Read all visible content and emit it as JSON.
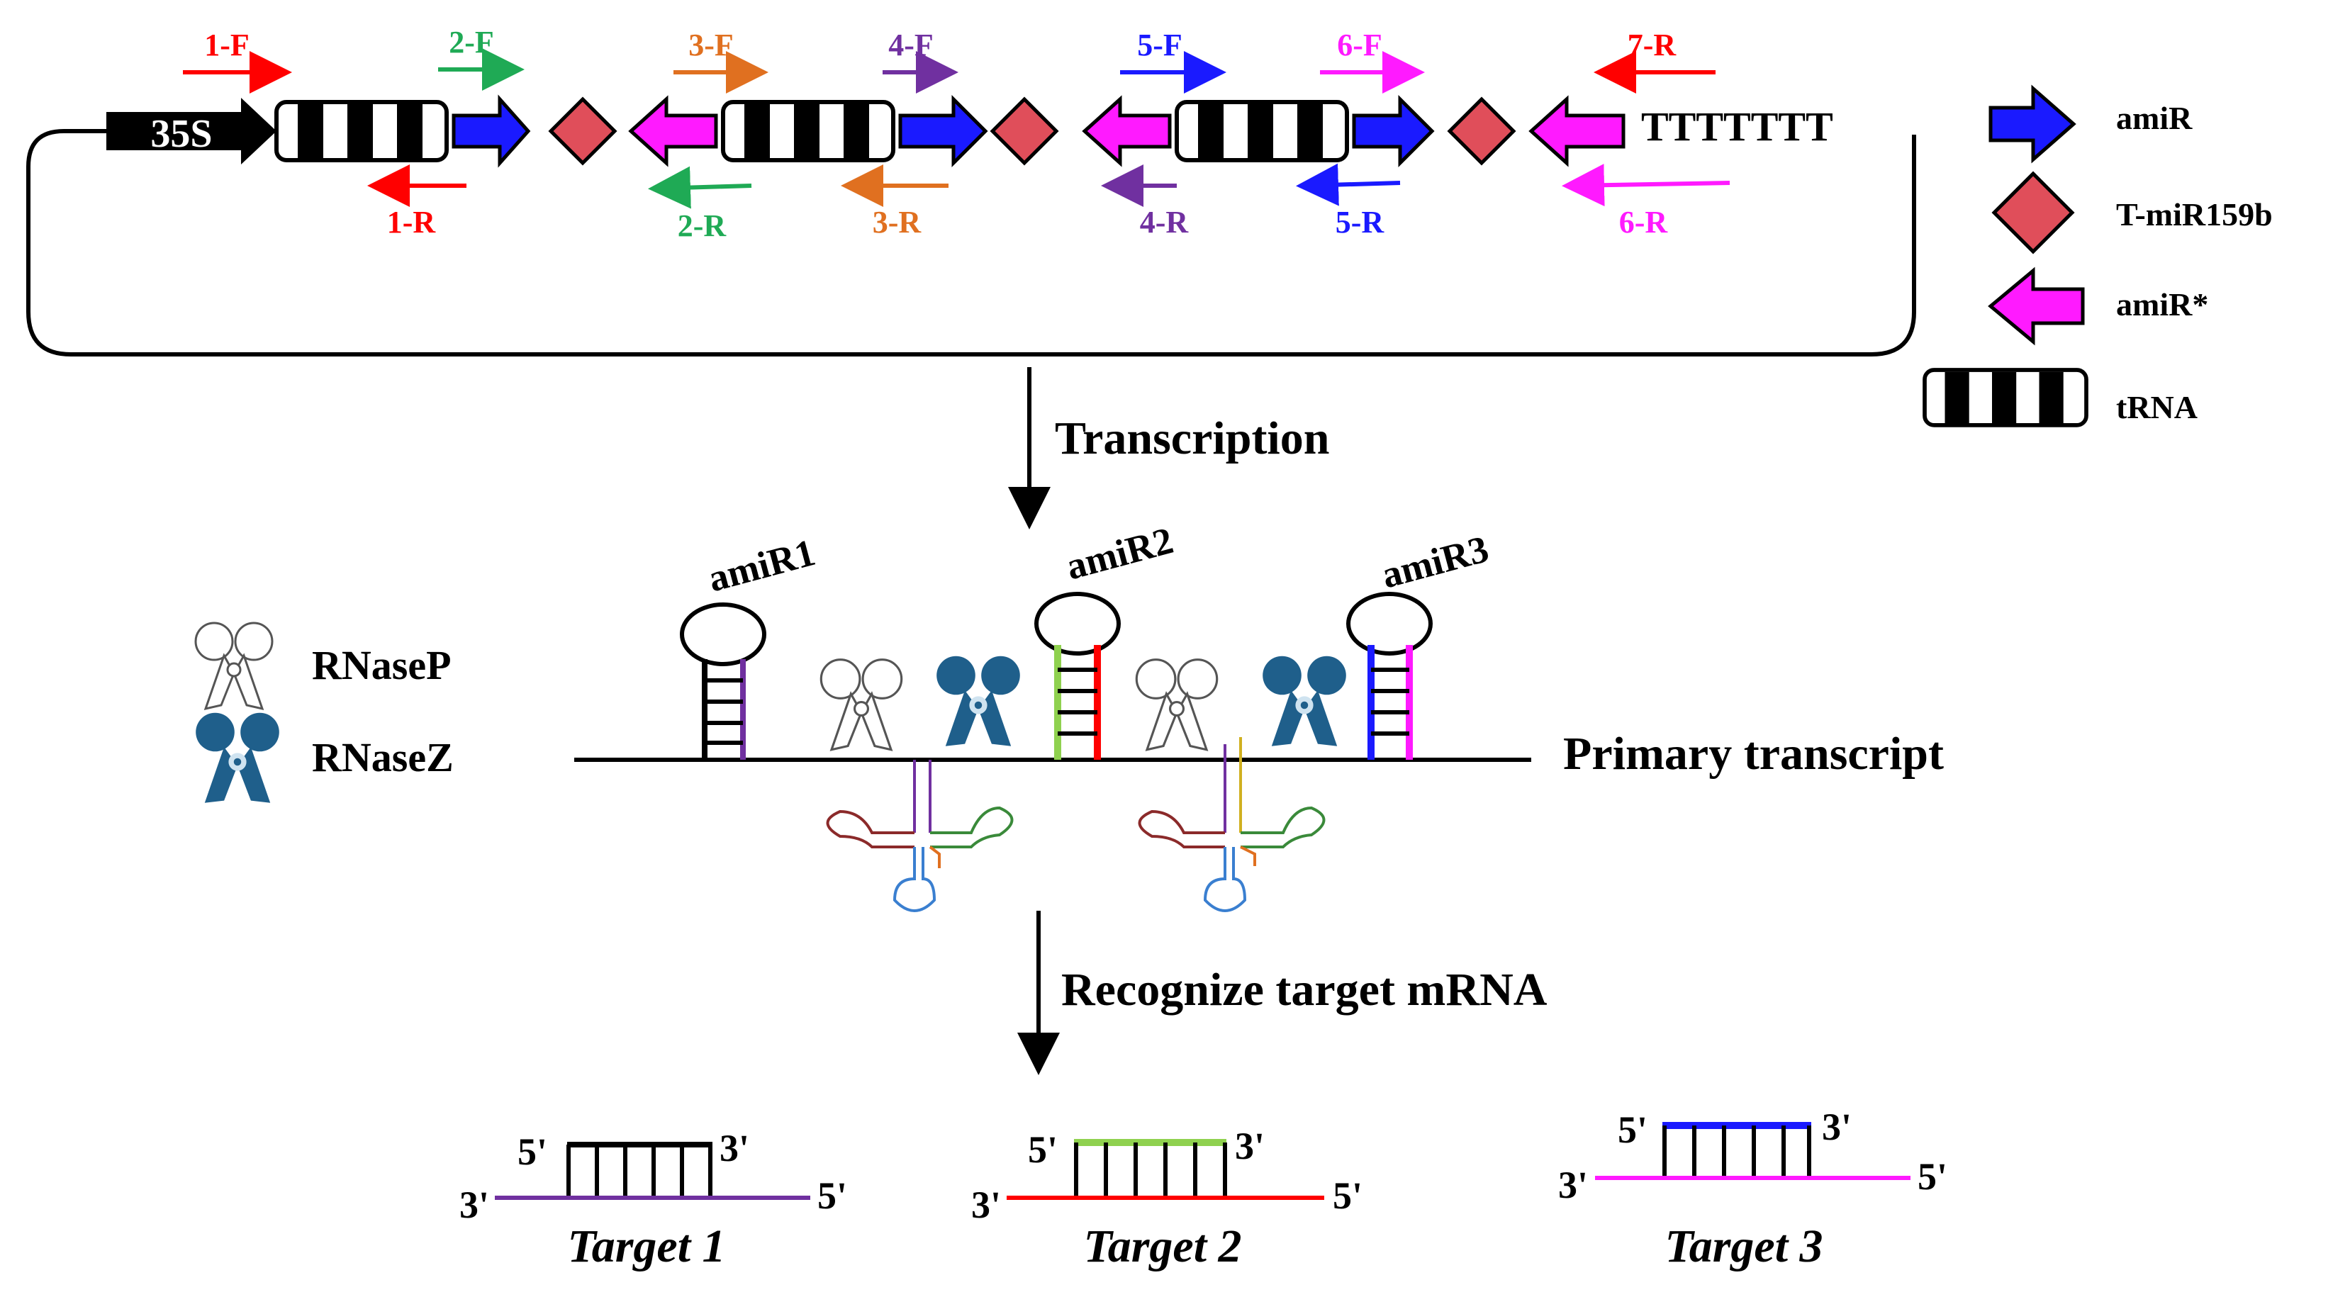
{
  "colors": {
    "amiR": "#1a1aff",
    "amiR_star": "#ff1aff",
    "t_mir159b": "#e04e5a",
    "red": "#ff0000",
    "green": "#1faa55",
    "orange": "#e07020",
    "purple": "#7030a0",
    "blue": "#1a1aff",
    "magenta": "#ff1aff",
    "light_green": "#8fd14f",
    "rnasez": "#1f5f8b"
  },
  "construct": {
    "promoter": "35S",
    "terminator": "TTTTTTT",
    "primers_forward": [
      "1-F",
      "2-F",
      "3-F",
      "4-F",
      "5-F",
      "6-F",
      "7-R"
    ],
    "primers_reverse": [
      "1-R",
      "2-R",
      "3-R",
      "4-R",
      "5-R",
      "6-R"
    ]
  },
  "legend": {
    "amiR": "amiR",
    "t_mir159b": "T-miR159b",
    "amiR_star": "amiR*",
    "trna": "tRNA"
  },
  "steps": {
    "transcription": "Transcription",
    "recognize": "Recognize target mRNA"
  },
  "enzymes": {
    "rnasep": "RNaseP",
    "rnasez": "RNaseZ"
  },
  "transcript": {
    "label": "Primary transcript",
    "hairpins": [
      "amiR1",
      "amiR2",
      "amiR3"
    ]
  },
  "targets": [
    {
      "name": "Target 1",
      "five_prime": "5'",
      "three_prime": "3'",
      "strand_3": "3'",
      "strand_5": "5'"
    },
    {
      "name": "Target 2",
      "five_prime": "5'",
      "three_prime": "3'",
      "strand_3": "3'",
      "strand_5": "5'"
    },
    {
      "name": "Target 3",
      "five_prime": "5'",
      "three_prime": "3'",
      "strand_3": "3'",
      "strand_5": "5'"
    }
  ]
}
